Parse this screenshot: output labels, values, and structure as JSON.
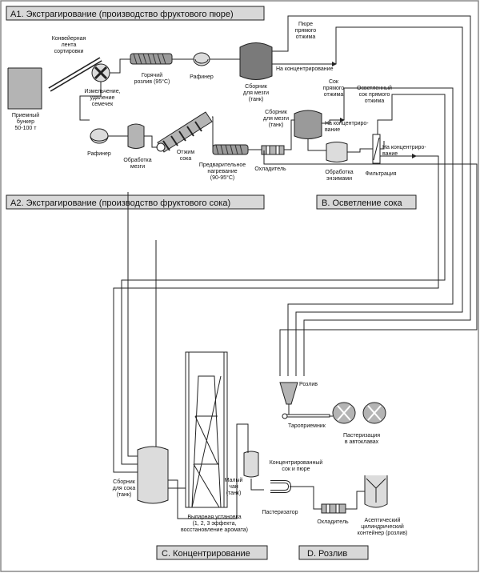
{
  "sections": {
    "a1": "А1. Экстрагирование (производство фруктового пюре)",
    "a2": "А2. Экстрагирование (производство фруктового сока)",
    "b": "B. Осветление сока",
    "c": "С. Концентрирование",
    "d": "D. Розлив"
  },
  "labels": {
    "hopper": [
      "Приемный",
      "бункер",
      "50-100 т"
    ],
    "conveyor": [
      "Конвейерная",
      "лента",
      "сортировки"
    ],
    "crushing": [
      "Измельчение,",
      "удаление",
      "семечек"
    ],
    "hot_fill": [
      "Горячий",
      "розлив (95°С)"
    ],
    "refiner_top": "Рафинер",
    "pulp_tank_top": [
      "Сборник",
      "для мезги",
      "(танк)"
    ],
    "puree_direct": [
      "Пюре",
      "прямого",
      "отжима"
    ],
    "to_concentrate_1": "На концентрирование",
    "refiner_left": "Рафинер",
    "pulp_treatment": [
      "Обработка",
      "мезги"
    ],
    "juice_press": [
      "Отжим",
      "сока"
    ],
    "preheating": [
      "Предварительное",
      "нагревание",
      "(90-95°С)"
    ],
    "cooler_top": "Охладитель",
    "pulp_tank_mid": [
      "Сборник",
      "для мезги",
      "(танк)"
    ],
    "direct_juice": [
      "Сок",
      "прямого",
      "отжима"
    ],
    "clarified_juice": [
      "Осветленный",
      "сок прямого",
      "отжима"
    ],
    "to_concentrate_2": [
      "На концентриро-",
      "вание"
    ],
    "to_concentrate_3": [
      "На концентриро-",
      "вание"
    ],
    "enzyme_treatment": [
      "Обработка",
      "энзимами"
    ],
    "filtration": "Фильтрация",
    "filling": "Розлив",
    "container_receiver": "Тароприемник",
    "autoclave_past": [
      "Пастеризация",
      "в автоклавах"
    ],
    "juice_tank": [
      "Сборник",
      "для сока",
      "(танк)"
    ],
    "small_vat": [
      "Малый",
      "чан",
      "(танк)"
    ],
    "conc_juice_puree": [
      "Концентрированный",
      "сок и пюре"
    ],
    "pasteurizer": "Пастеризатор",
    "cooler_bottom": "Охладитель",
    "evaporator": [
      "Выпарная установка",
      "(1, 2, 3 эффекта,",
      "восстановление аромата)"
    ],
    "aseptic": [
      "Асептический",
      "цилиндрический",
      "контейнер (розлив)"
    ]
  },
  "colors": {
    "tank_dark": "#7a7a7a",
    "tank_mid": "#b4b4b4",
    "tank_light": "#dcdcdc",
    "section_bg": "#d8d8d8",
    "line": "#222222"
  }
}
